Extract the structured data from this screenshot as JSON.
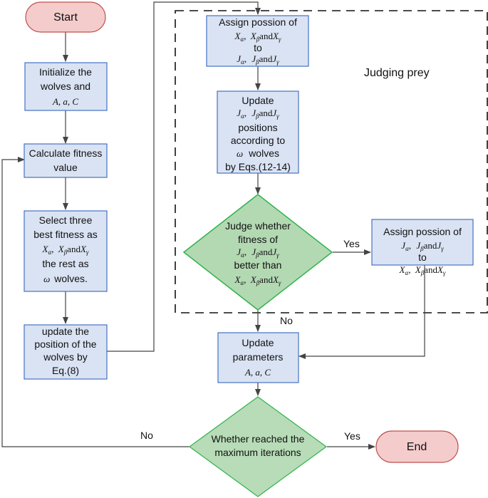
{
  "start": "Start",
  "end": "End",
  "init": {
    "line1": "Initialize the",
    "line2": "wolves and",
    "params": "A, a, C"
  },
  "calc": {
    "line1": "Calculate fitness",
    "line2": "value"
  },
  "select": {
    "line1": "Select  three",
    "line2": "best fitness as",
    "line4": "the rest  as",
    "line5": "wolves."
  },
  "update_pos": {
    "line1": "update the",
    "line2": "position of the",
    "line3": "wolves by",
    "line4": "Eq.(8)"
  },
  "assign1": {
    "line1": "Assign possion of",
    "line3": "to"
  },
  "update_j": {
    "line1": "Update",
    "line3": "positions",
    "line4": "according to",
    "line5": "wolves",
    "line6": "by Eqs.(12-14)"
  },
  "judge": {
    "line1": "Judge whether",
    "line2": "fitness of",
    "line4": "better than"
  },
  "assign2": {
    "line1": "Assign possion of",
    "line3": "to"
  },
  "update_params": {
    "line1": "Update",
    "line2": "parameters",
    "params": "A, a, C"
  },
  "reached": {
    "line1": "Whether reached the",
    "line2": "maximum iterations"
  },
  "judging_prey": "Judging prey",
  "labels": {
    "yes1": "Yes",
    "no1": "No",
    "yes2": "Yes",
    "no2": "No"
  },
  "symbols": {
    "X": "X",
    "J": "J",
    "and": "and",
    "comma": ",",
    "alpha": "α",
    "beta": "β",
    "gamma": "γ",
    "omega": "ω"
  }
}
